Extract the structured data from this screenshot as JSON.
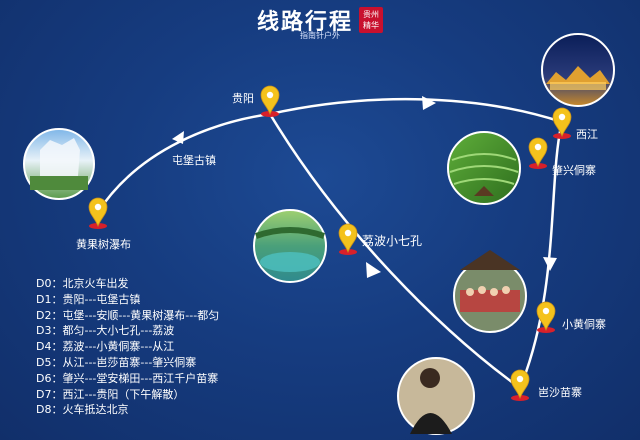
{
  "header": {
    "title": "线路行程",
    "seal_line1": "贵州",
    "seal_line2": "精华",
    "subtitle": "指南针户外"
  },
  "places": {
    "guiyang": "贵阳",
    "tunpu": "屯堡古镇",
    "huangguoshu": "黄果树瀑布",
    "libo": "荔波小七孔",
    "xijiang": "西江",
    "zhaoxing": "肇兴侗寨",
    "xiaohuang": "小黄侗寨",
    "basha": "岜沙苗寨"
  },
  "itinerary": [
    "D0：北京火车出发",
    "D1：贵阳---屯堡古镇",
    "D2：屯堡---安顺---黄果树瀑布---都匀",
    "D3：都匀---大小七孔---荔波",
    "D4：荔波---小黄侗寨---从江",
    "D5：从江---岜莎苗寨---肇兴侗寨",
    "D6：肇兴---堂安梯田---西江千户苗寨",
    "D7：西江---贵阳（下午解散）",
    "D8：火车抵达北京"
  ],
  "colors": {
    "background": "#163c80",
    "route": "#ffffff",
    "pin": "#f4c21c",
    "pin_shadow": "#d8202a",
    "seal": "#c8102e"
  },
  "icons": [
    "map-pin-icon",
    "route-arrow-icon"
  ]
}
